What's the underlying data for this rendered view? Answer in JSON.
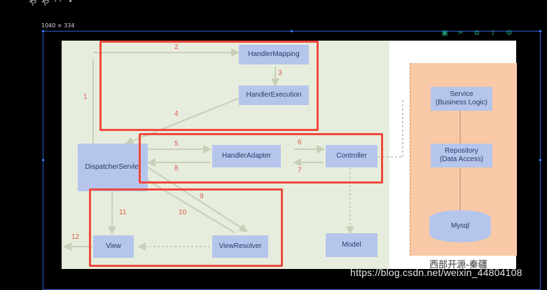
{
  "top_fragment": "ゃ ゃ  ‥  ・",
  "size_label": "1040 × 334",
  "toolbar": {
    "icons": [
      "save-icon",
      "cut-icon",
      "copy-icon",
      "export-icon",
      "settings-icon"
    ],
    "glyphs": [
      "▣",
      "✂",
      "⧉",
      "⇪",
      "⚙"
    ]
  },
  "diagram": {
    "nodes": {
      "handler_mapping": "HandlerMapping",
      "handler_execution": "HandlerExecution",
      "dispatcher_servlet": "DispatcherServlet",
      "handler_adapter": "HandlerAdapter",
      "controller": "Controller",
      "view": "View",
      "view_resolver": "ViewResolver",
      "model": "Model",
      "service_line1": "Service",
      "service_line2": "(Business Logic)",
      "repository_line1": "Repository",
      "repository_line2": "(Data Access)",
      "mysql": "Mysql"
    },
    "step_numbers": {
      "s1": "1",
      "s2": "2",
      "s3": "3",
      "s4": "4",
      "s5": "5",
      "s6": "6",
      "s7": "7",
      "s8": "8",
      "s9": "9",
      "s10": "10",
      "s11": "11",
      "s12": "12"
    }
  },
  "watermark": "西部开源-秦疆",
  "url_overlay": "https://blog.csdn.net/weixin_44804108",
  "colors": {
    "background": "#000000",
    "diagram_green": "#e6eddc",
    "panel_orange": "#f9c9a7",
    "node_blue": "#b6c5ec",
    "highlight_red": "#f0483a",
    "selection_blue": "#2f5fd0"
  }
}
